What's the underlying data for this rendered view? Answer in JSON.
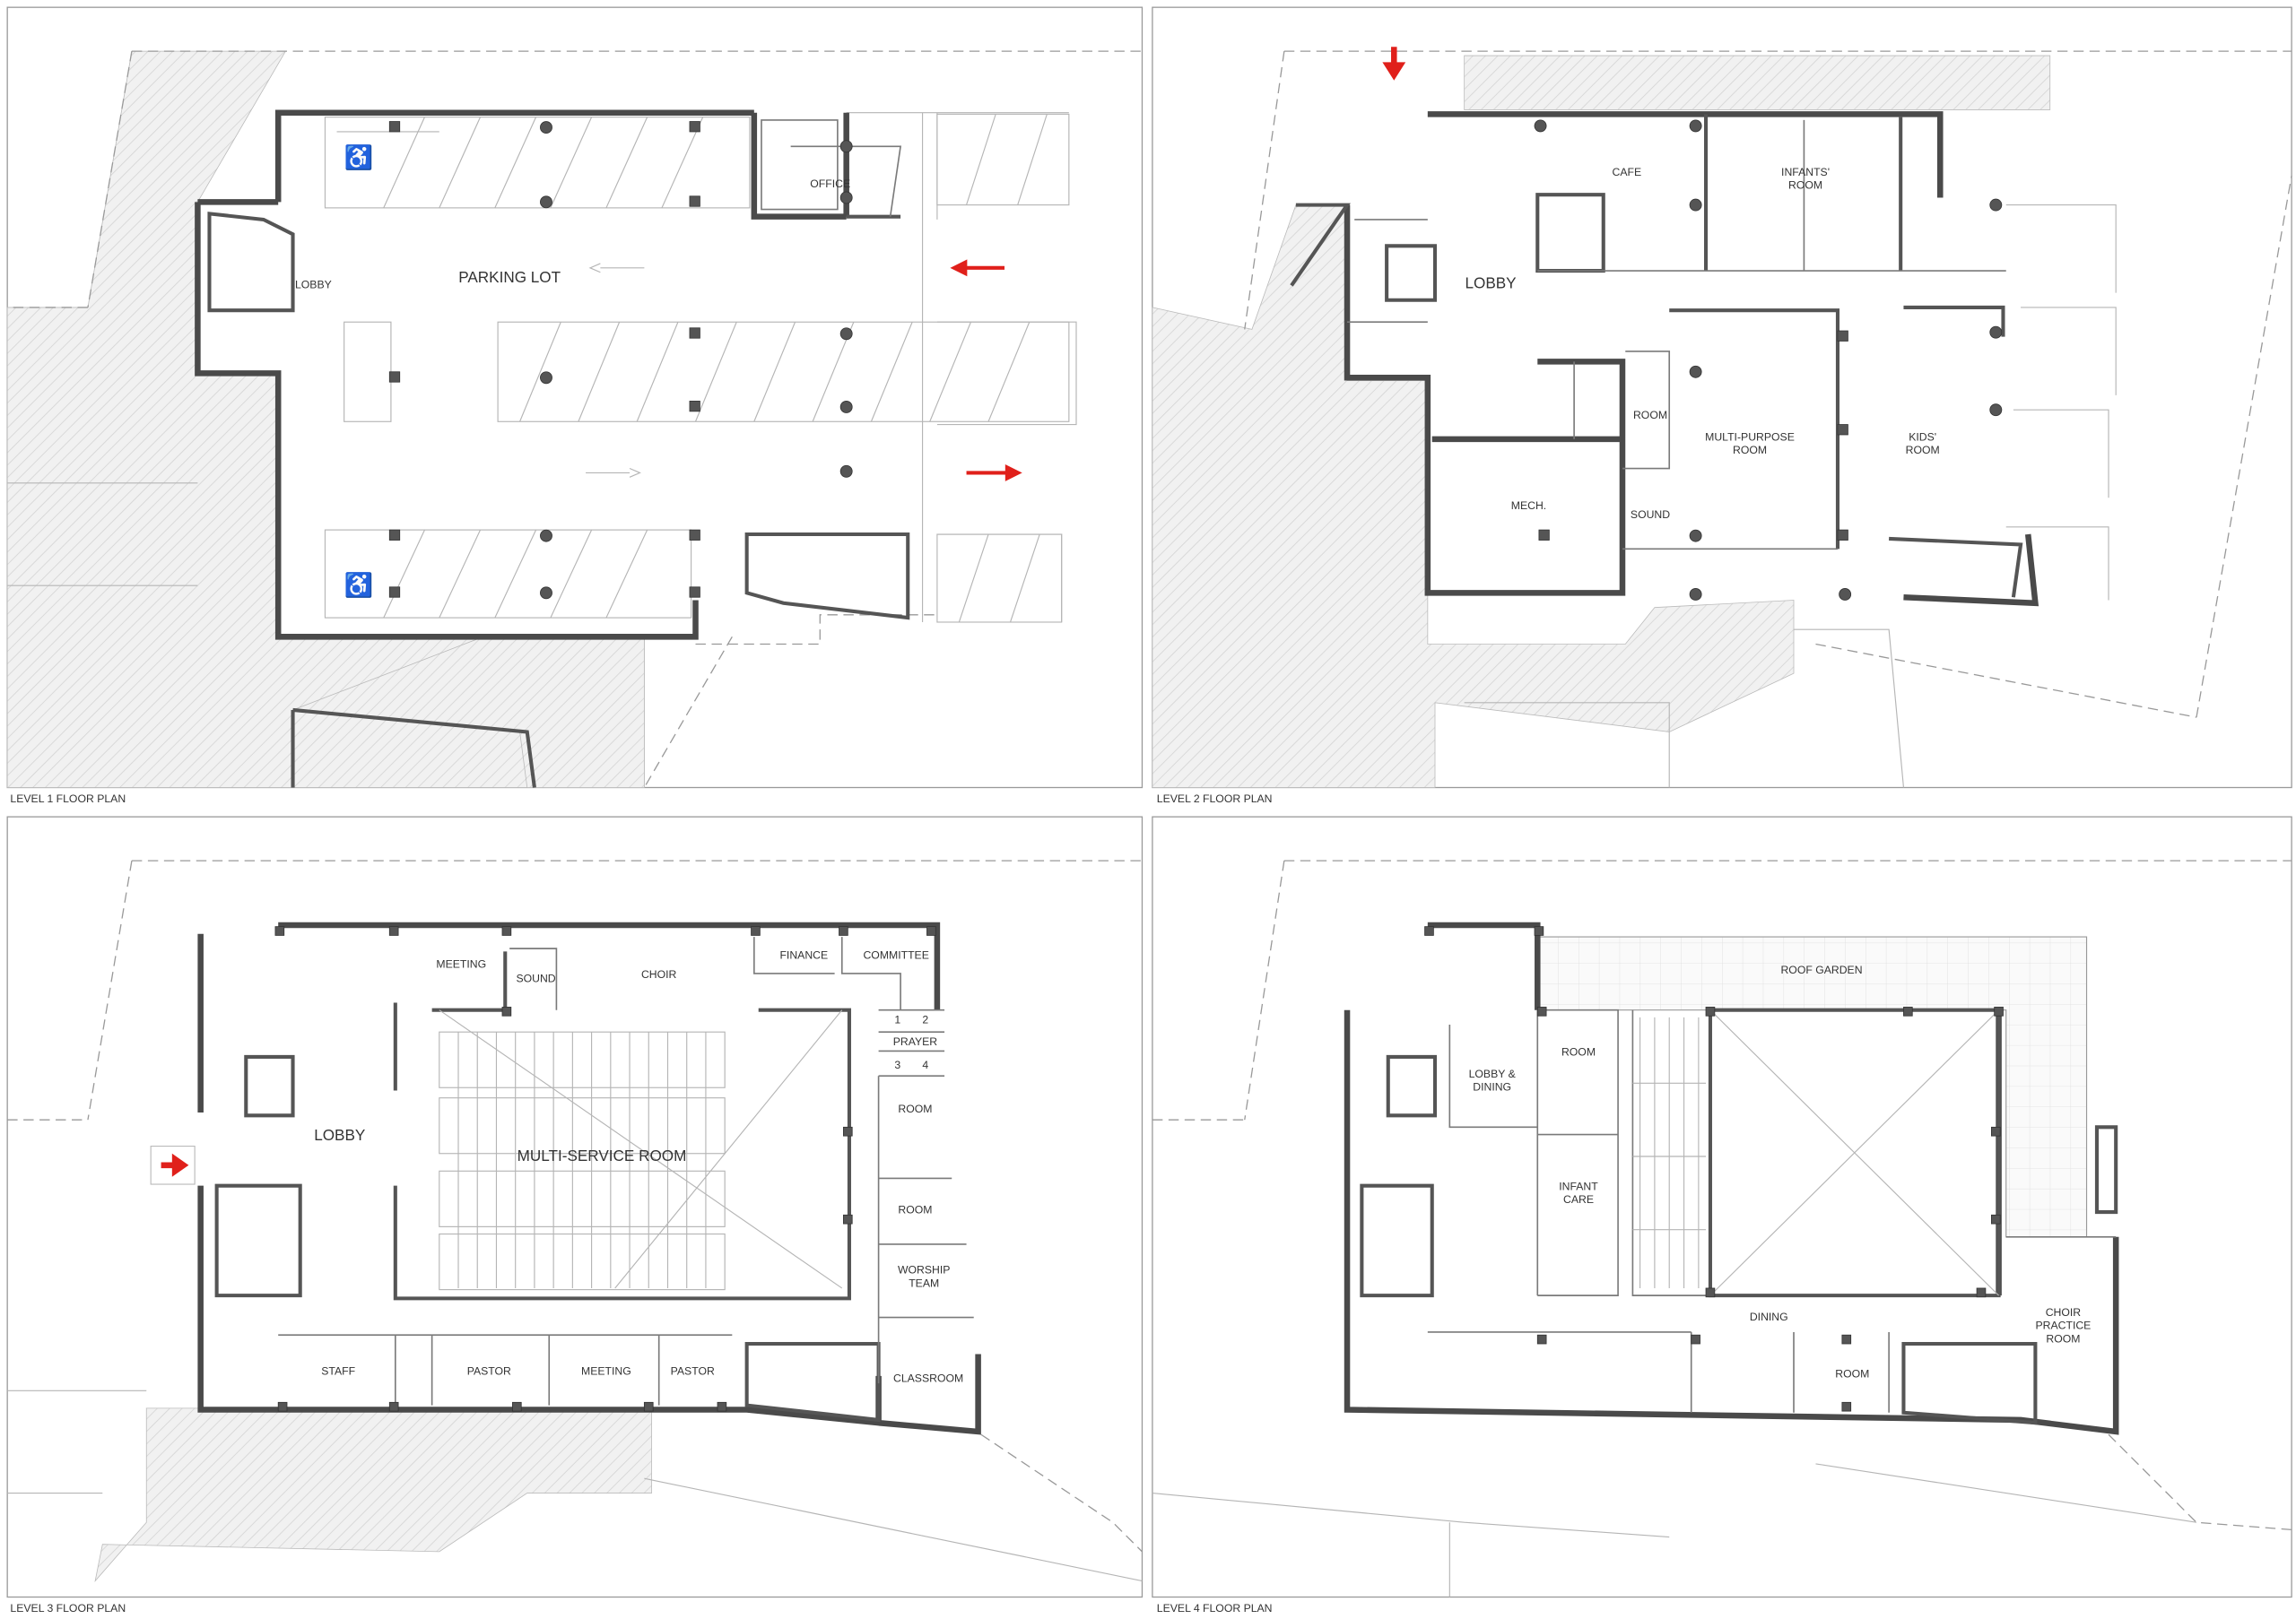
{
  "colors": {
    "accent_arrow": "#e0201b",
    "wall": "#4a4a4a"
  },
  "panels": [
    {
      "caption": "LEVEL 1 FLOOR PLAN",
      "rooms": {
        "parking": "PARKING LOT",
        "office": "OFFICE",
        "lobby": "LOBBY"
      },
      "icons": [
        "accessible-parking-icon",
        "entry-arrow-icon",
        "exit-arrow-icon"
      ]
    },
    {
      "caption": "LEVEL 2 FLOOR PLAN",
      "rooms": {
        "cafe": "CAFE",
        "infants_1": "INFANTS'",
        "infants_2": "ROOM",
        "lobby": "LOBBY",
        "room": "ROOM",
        "mp_1": "MULTI-PURPOSE",
        "mp_2": "ROOM",
        "kids_1": "KIDS'",
        "kids_2": "ROOM",
        "mech": "MECH.",
        "sound": "SOUND"
      },
      "icons": [
        "entry-arrow-icon"
      ]
    },
    {
      "caption": "LEVEL 3 FLOOR PLAN",
      "rooms": {
        "lobby": "LOBBY",
        "meeting_top": "MEETING",
        "sound": "SOUND",
        "choir": "CHOIR",
        "finance": "FINANCE",
        "committee": "COMMITTEE",
        "p1": "1",
        "p2": "2",
        "prayer": "PRAYER",
        "p3": "3",
        "p4": "4",
        "room_1": "ROOM",
        "msr": "MULTI-SERVICE ROOM",
        "room_2": "ROOM",
        "worship_1": "WORSHIP",
        "worship_2": "TEAM",
        "staff": "STAFF",
        "pastor_1": "PASTOR",
        "meeting_bottom": "MEETING",
        "pastor_2": "PASTOR",
        "classroom": "CLASSROOM"
      },
      "icons": [
        "entry-arrow-icon"
      ]
    },
    {
      "caption": "LEVEL 4 FLOOR PLAN",
      "rooms": {
        "roof_garden": "ROOF GARDEN",
        "lobby_1": "LOBBY &",
        "lobby_2": "DINING",
        "room_1": "ROOM",
        "infant_1": "INFANT",
        "infant_2": "CARE",
        "dining": "DINING",
        "choir_1": "CHOIR",
        "choir_2": "PRACTICE",
        "choir_3": "ROOM",
        "room_2": "ROOM"
      }
    }
  ]
}
